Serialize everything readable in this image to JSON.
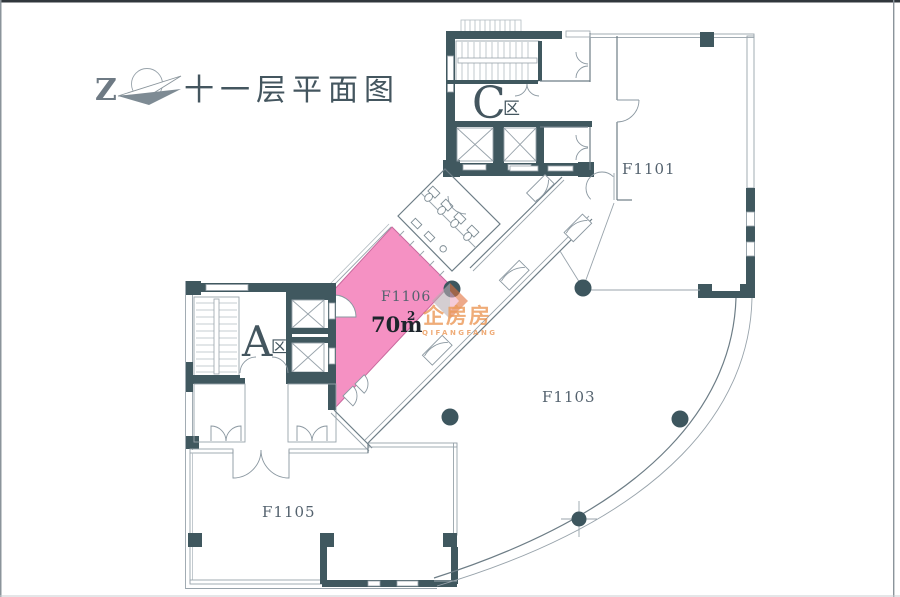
{
  "page": {
    "title": "十一层平面图",
    "compass_letter": "Z"
  },
  "zones": {
    "c": {
      "letter": "C",
      "suffix": "区"
    },
    "a": {
      "letter": "A",
      "suffix": "区"
    }
  },
  "units": {
    "f1101": "F1101",
    "f1103": "F1103",
    "f1105": "F1105",
    "f1106": "F1106",
    "f1106_area": "70m",
    "f1106_area_sup": "2"
  },
  "watermark": {
    "text": "企房房",
    "subtext": "QIFANGFANG"
  },
  "colors": {
    "wall": "#40585f",
    "highlight_pink": "#f591c3",
    "label": "#54626e",
    "watermark_orange": "#e8883e"
  }
}
